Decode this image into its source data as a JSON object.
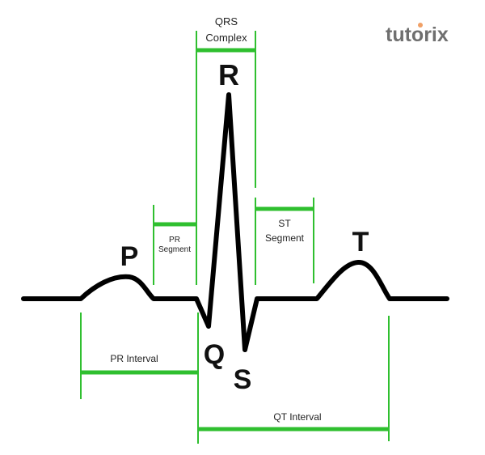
{
  "logo": {
    "text": "tutorix",
    "text_color": "#6f6f6f",
    "dot_color": "#f0a066"
  },
  "colors": {
    "bracket": "#2fbf2f",
    "waveform": "#000000",
    "background": "#ffffff"
  },
  "waves": {
    "p": "P",
    "q": "Q",
    "r": "R",
    "s": "S",
    "t": "T"
  },
  "labels": {
    "qrs_complex_line1": "QRS",
    "qrs_complex_line2": "Complex",
    "pr_segment_line1": "PR",
    "pr_segment_line2": "Segment",
    "st_segment_line1": "ST",
    "st_segment_line2": "Segment",
    "pr_interval": "PR Interval",
    "qt_interval": "QT Interval"
  }
}
